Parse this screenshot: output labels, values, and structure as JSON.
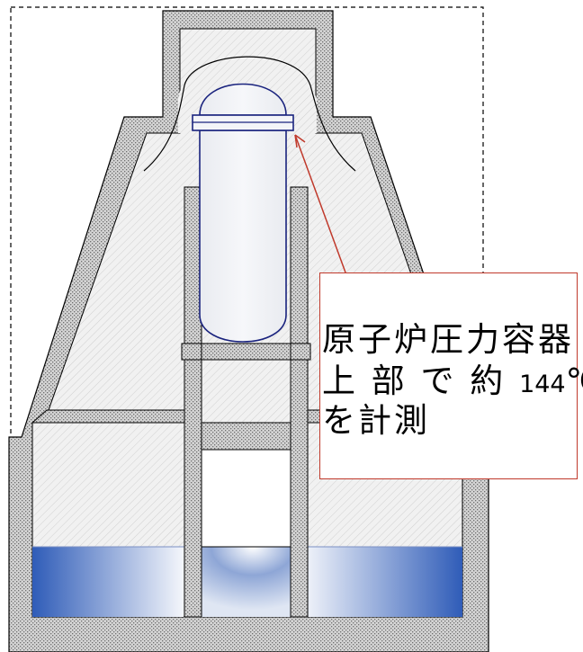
{
  "diagram": {
    "callout": {
      "line1": "原子炉圧力容器",
      "line2_prefix": "上 部 で 約",
      "line2_value": "144",
      "line2_unit": "℃",
      "line3": "を計測"
    },
    "colors": {
      "concrete_fill": "#c8c8c8",
      "concrete_outline": "#000000",
      "interior_fill": "#ececec",
      "vessel_outline": "#1a237e",
      "vessel_fill": "#eef0f5",
      "water_deep": "#2f5cb8",
      "water_light": "#ffffff",
      "callout_border": "#c0392b",
      "dashed_boundary": "#000000"
    }
  }
}
